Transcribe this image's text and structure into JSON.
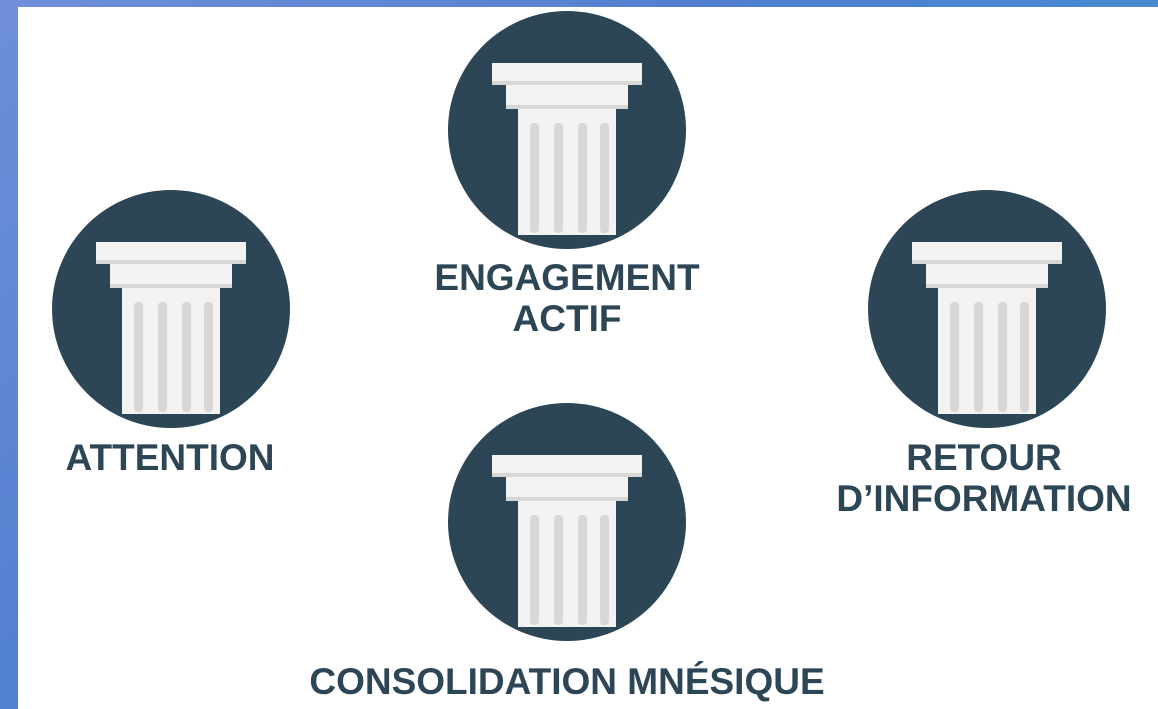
{
  "colors": {
    "circle": "#2d4655",
    "text": "#2d4655",
    "pillar_light": "#f2f2f2",
    "pillar_shade": "#d7d7d7",
    "background": "#ffffff"
  },
  "pillars": [
    {
      "id": "engagement",
      "icon": "pillar-icon",
      "label_lines": [
        "ENGAGEMENT",
        "ACTIF"
      ]
    },
    {
      "id": "attention",
      "icon": "pillar-icon",
      "label_lines": [
        "ATTENTION"
      ]
    },
    {
      "id": "retour",
      "icon": "pillar-icon",
      "label_lines": [
        "RETOUR",
        "D’INFORMATION"
      ]
    },
    {
      "id": "consolidation",
      "icon": "pillar-icon",
      "label_lines": [
        "CONSOLIDATION MNÉSIQUE"
      ]
    }
  ]
}
